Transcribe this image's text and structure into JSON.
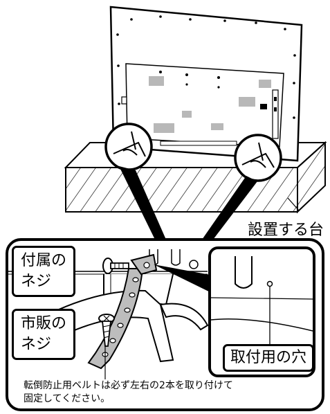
{
  "labels": {
    "stand_surface": "設置する台",
    "included_screw_line1": "付属の",
    "included_screw_line2": "ネジ",
    "commercial_screw_line1": "市販の",
    "commercial_screw_line2": "ネジ",
    "mounting_hole": "取付用の穴",
    "caption_line1": "転倒防止用ベルトは必ず左右の2本を取り付けて",
    "caption_line2": "固定してください。"
  }
}
